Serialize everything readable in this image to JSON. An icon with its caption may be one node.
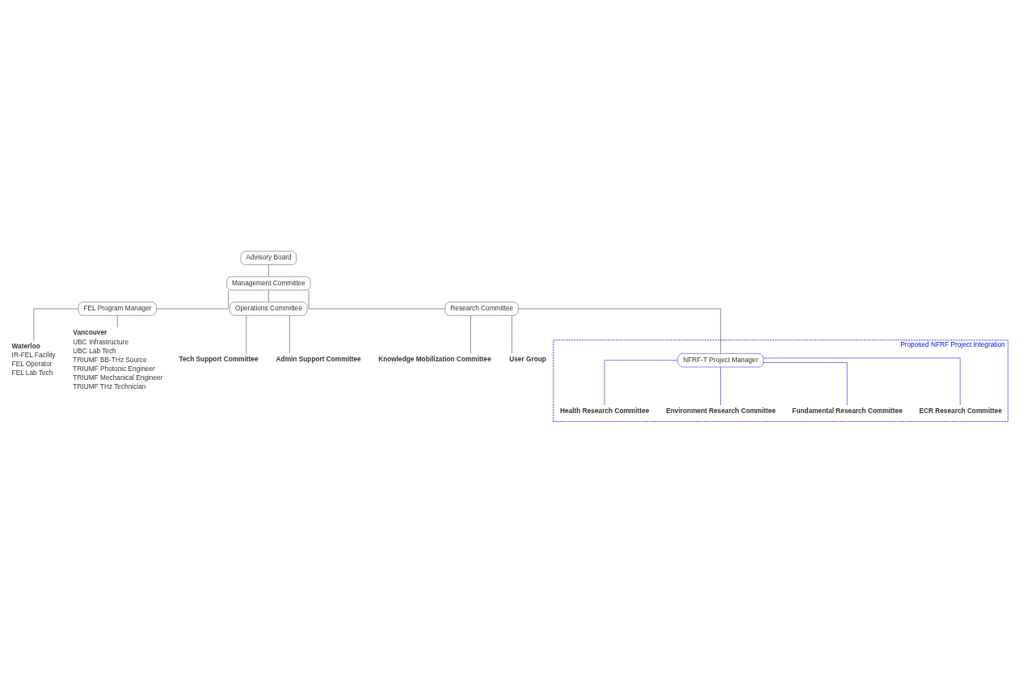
{
  "diagram": {
    "nodes": [
      {
        "text": [
          "Advisory Board"
        ]
      },
      {
        "text": [
          "Management Committee"
        ]
      },
      {
        "text": [
          "FEL Program Manager"
        ]
      },
      {
        "text": [
          "Operations Committee"
        ]
      },
      {
        "text": [
          "Research Committee"
        ]
      },
      {
        "text": [
          "Waterloo"
        ],
        "beside": [
          "IR-FEL Facility",
          "FEL Operator",
          "FEL Lab Tech"
        ]
      },
      {
        "text": [
          "Vancouver"
        ],
        "beside": [
          "UBC Infrastructure",
          "UBC Lab Tech",
          "TRIUMF BB-THz Source",
          "TRIUMF Photonic Engineer",
          "TRIUMF Mechanical Engineer",
          "TRIUMF THz Technician"
        ]
      },
      {
        "text": [
          "Tech Support Committee"
        ]
      },
      {
        "text": [
          "Admin Support Committee"
        ]
      },
      {
        "text": [
          "Knowledge Mobilization Committee"
        ]
      },
      {
        "text": [
          "User Group"
        ]
      },
      {
        "text": [
          "Proposed NFRF Project Integration"
        ]
      },
      {
        "text": [
          "NFRF-T Project Manager"
        ],
        "in": 11
      },
      {
        "text": [
          "Health Research Committee"
        ],
        "in": 11
      },
      {
        "text": [
          "Environment Research Committee"
        ],
        "in": 11
      },
      {
        "text": [
          "Fundamental Research Committee"
        ],
        "in": 11
      },
      {
        "text": [
          "ECR Research Committee"
        ],
        "in": 11
      }
    ],
    "edges": [
      {
        "from": 0,
        "to": 1,
        "arrow": "none"
      },
      {
        "from": 1,
        "to": 2,
        "arrow": "none"
      },
      {
        "from": 1,
        "to": 3,
        "arrow": "none"
      },
      {
        "from": 1,
        "to": 4,
        "arrow": "none"
      },
      {
        "from": 2,
        "to": 5,
        "arrow": "none"
      },
      {
        "from": 2,
        "to": 6,
        "arrow": "none"
      },
      {
        "from": 3,
        "to": 7,
        "arrow": "none"
      },
      {
        "from": 3,
        "to": 8,
        "arrow": "none"
      },
      {
        "from": 4,
        "to": 9,
        "arrow": "none"
      },
      {
        "from": 4,
        "to": 10,
        "arrow": "none"
      },
      {
        "from": 4,
        "to": 12,
        "arrow": "none"
      },
      {
        "from": 12,
        "to": 13,
        "arrow": "none",
        "color": "#0000ff"
      },
      {
        "from": 12,
        "to": 14,
        "arrow": "none",
        "color": "#0000ff"
      },
      {
        "from": 12,
        "to": 15,
        "arrow": "none",
        "color": "#0000ff"
      },
      {
        "from": 12,
        "to": 16,
        "arrow": "none",
        "color": "#0000ff"
      }
    ]
  }
}
